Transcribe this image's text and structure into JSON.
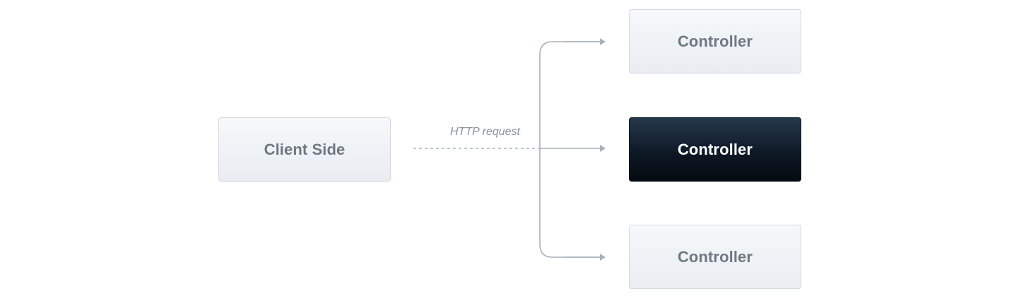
{
  "nodes": {
    "client": {
      "label": "Client Side"
    },
    "controllers": [
      {
        "label": "Controller",
        "state": "default"
      },
      {
        "label": "Controller",
        "state": "active"
      },
      {
        "label": "Controller",
        "state": "default"
      }
    ]
  },
  "edge_label": "HTTP request",
  "colors": {
    "line": "#a7b1bb",
    "box_fill": "#eef1f5",
    "box_border": "#d3d9e0",
    "box_text": "#6f7882",
    "active_fill": "#0e1926",
    "active_text": "#ffffff",
    "label_text": "#8a939c"
  }
}
